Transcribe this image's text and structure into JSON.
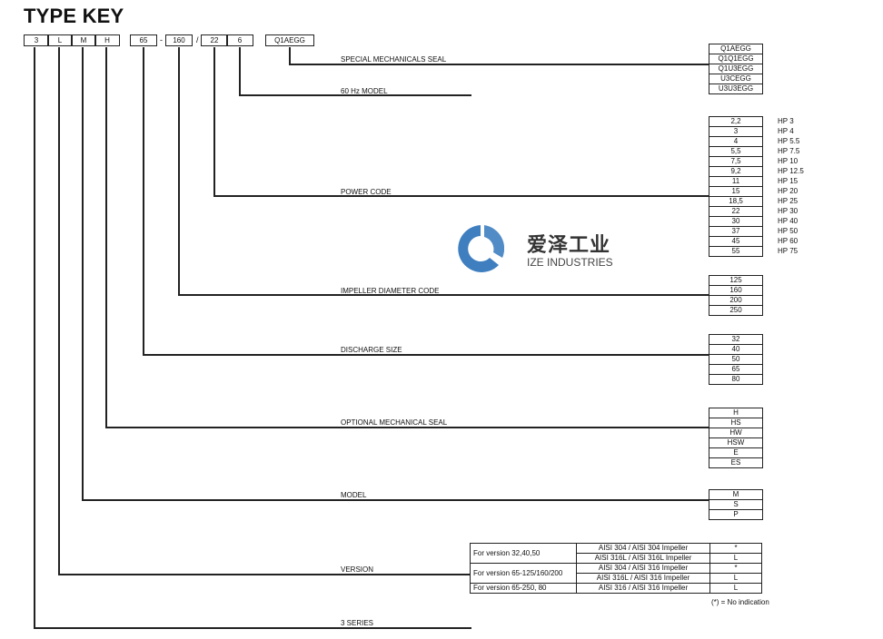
{
  "title": "TYPE KEY",
  "code": {
    "boxes": [
      "3",
      "L",
      "M",
      "H",
      "65",
      "160",
      "22",
      "6",
      "Q1AEGG"
    ],
    "separators": [
      "-",
      "/"
    ]
  },
  "sections": {
    "special_seal": {
      "label": "SPECIAL MECHANICALS SEAL",
      "options": [
        "Q1AEGG",
        "Q1Q1EGG",
        "Q1U3EGG",
        "U3CEGG",
        "U3U3EGG"
      ]
    },
    "hz_model": {
      "label": "60 Hz MODEL"
    },
    "power_code": {
      "label": "POWER CODE",
      "options": [
        "2,2",
        "3",
        "4",
        "5,5",
        "7,5",
        "9,2",
        "11",
        "15",
        "18,5",
        "22",
        "30",
        "37",
        "45",
        "55"
      ],
      "hp": [
        "HP 3",
        "HP 4",
        "HP 5.5",
        "HP 7.5",
        "HP 10",
        "HP 12.5",
        "HP 15",
        "HP 20",
        "HP 25",
        "HP 30",
        "HP 40",
        "HP 50",
        "HP 60",
        "HP 75"
      ]
    },
    "impeller": {
      "label": "IMPELLER DIAMETER CODE",
      "options": [
        "125",
        "160",
        "200",
        "250"
      ]
    },
    "discharge": {
      "label": "DISCHARGE SIZE",
      "options": [
        "32",
        "40",
        "50",
        "65",
        "80"
      ]
    },
    "optional_seal": {
      "label": "OPTIONAL MECHANICAL SEAL",
      "options": [
        "H",
        "HS",
        "HW",
        "HSW",
        "E",
        "ES"
      ]
    },
    "model": {
      "label": "MODEL",
      "options": [
        "M",
        "S",
        "P"
      ]
    },
    "version": {
      "label": "VERSION",
      "groups": [
        {
          "name": "For version 32,40,50",
          "rows": [
            {
              "material": "AISI 304 / AISI 304 Impeller",
              "code": "*"
            },
            {
              "material": "AISI 316L / AISI 316L Impeller",
              "code": "L"
            }
          ]
        },
        {
          "name": "For version 65-125/160/200",
          "rows": [
            {
              "material": "AISI 304 / AISI 316 Impeller",
              "code": "*"
            },
            {
              "material": "AISI 316L / AISI 316 Impeller",
              "code": "L"
            }
          ]
        },
        {
          "name": "For version 65-250, 80",
          "rows": [
            {
              "material": "AISI 316 / AISI 316 Impeller",
              "code": "L"
            }
          ]
        }
      ],
      "note": "(*) =  No indication"
    },
    "series": {
      "label": "3 SERIES"
    }
  },
  "watermark": {
    "cn": "爱泽工业",
    "en": "IZE INDUSTRIES",
    "color": "#3f7fc0"
  }
}
